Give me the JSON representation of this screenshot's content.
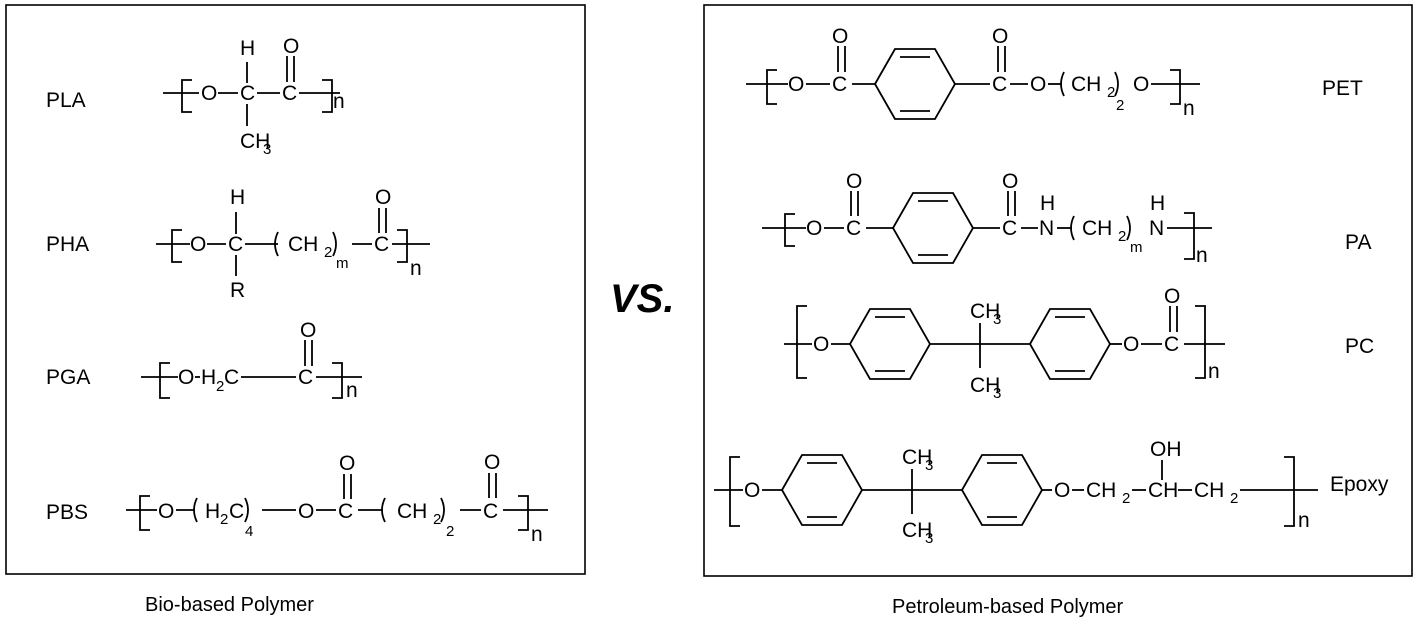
{
  "vs_text": "VS.",
  "bio": {
    "caption": "Bio-based Polymer",
    "polymers": [
      {
        "name": "PLA"
      },
      {
        "name": "PHA"
      },
      {
        "name": "PGA"
      },
      {
        "name": "PBS"
      }
    ]
  },
  "petro": {
    "caption": "Petroleum-based Polymer",
    "polymers": [
      {
        "name": "PET"
      },
      {
        "name": "PA"
      },
      {
        "name": "PC"
      },
      {
        "name": "Epoxy"
      }
    ]
  },
  "atoms": {
    "O": "O",
    "C": "C",
    "H": "H",
    "N": "N",
    "R": "R",
    "CH": "CH",
    "CH2": "CH",
    "CH3": "CH",
    "H2C": "H",
    "OH": "OH",
    "n": "n",
    "m": "m",
    "sub2": "2",
    "sub3": "3",
    "sub4": "4"
  }
}
